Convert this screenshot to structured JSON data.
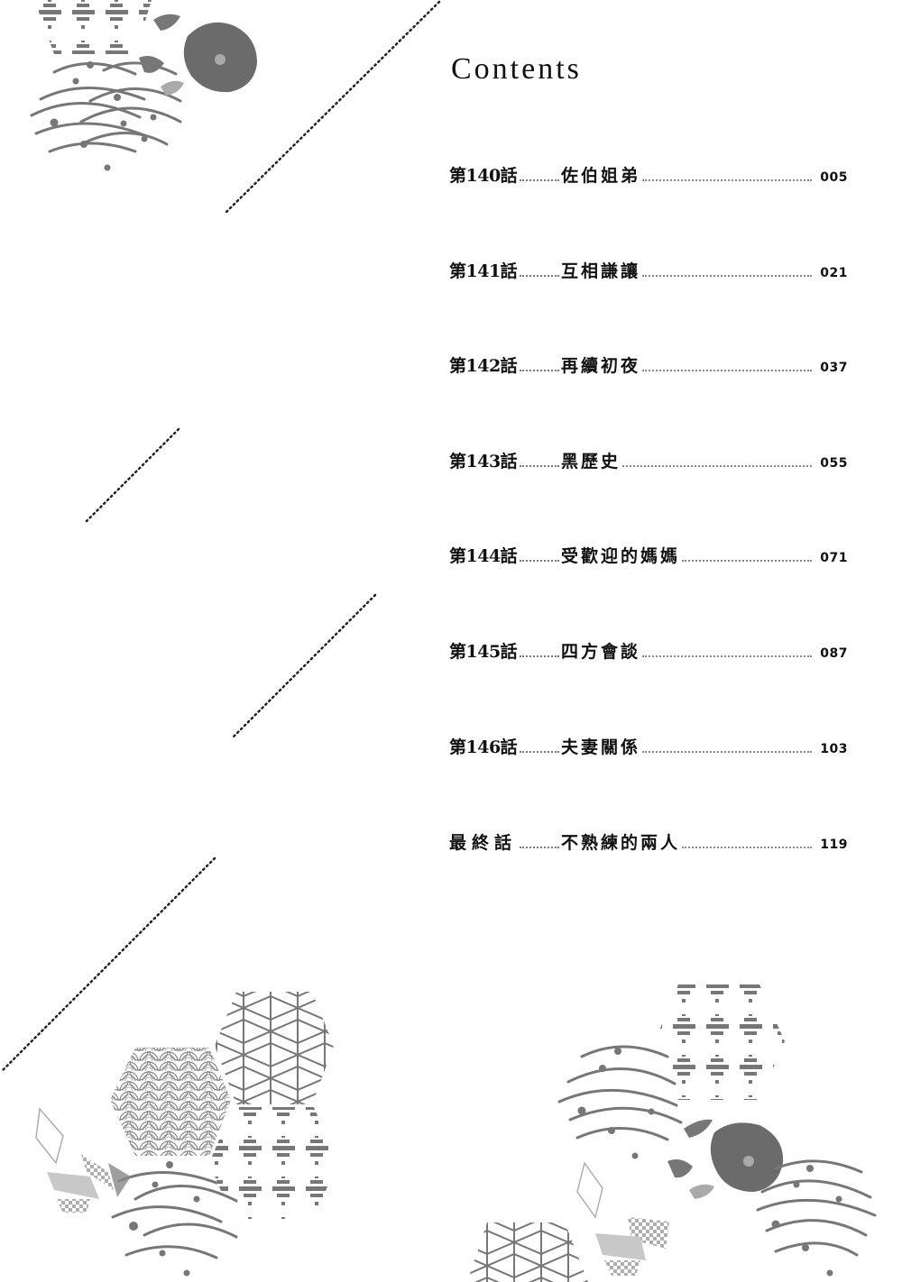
{
  "header": {
    "title": "Contents"
  },
  "toc": {
    "entries": [
      {
        "chapter": "第140話",
        "title": "佐伯姐弟",
        "page": "005"
      },
      {
        "chapter": "第141話",
        "title": "互相謙讓",
        "page": "021"
      },
      {
        "chapter": "第142話",
        "title": "再續初夜",
        "page": "037"
      },
      {
        "chapter": "第143話",
        "title": "黑歷史",
        "page": "055"
      },
      {
        "chapter": "第144話",
        "title": "受歡迎的媽媽",
        "page": "071"
      },
      {
        "chapter": "第145話",
        "title": "四方會談",
        "page": "087"
      },
      {
        "chapter": "第146話",
        "title": "夫妻關係",
        "page": "103"
      },
      {
        "chapter": "最終話",
        "title": "不熟練的兩人",
        "page": "119"
      }
    ]
  },
  "decorations": {
    "pattern_color": "#7a7a7a",
    "flower_color": "#6b6b6b",
    "dotted_line_color": "#222222",
    "motifs": [
      "seigaiha-wave-icon",
      "asanoha-hexagon-icon",
      "plum-blossom-icon",
      "striped-diamond-hexagon-icon",
      "patchwork-diamond-icon"
    ]
  }
}
